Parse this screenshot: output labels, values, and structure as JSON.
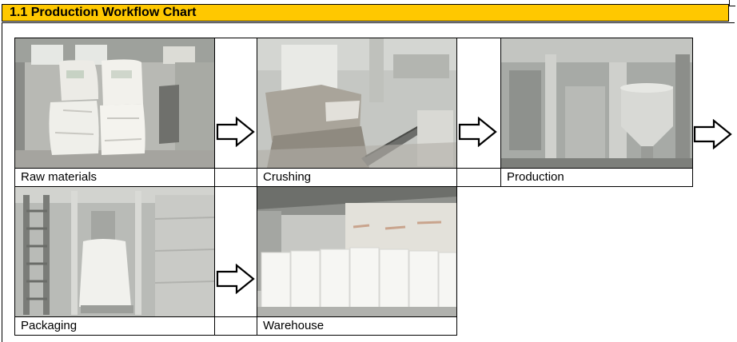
{
  "section": {
    "title": "1.1 Production Workflow Chart"
  },
  "steps": [
    {
      "label": "Raw materials",
      "photo": "raw-materials-bags-photo"
    },
    {
      "label": "Crushing",
      "photo": "crushing-machine-photo"
    },
    {
      "label": "Production",
      "photo": "production-plant-photo"
    },
    {
      "label": "Packaging",
      "photo": "packaging-station-photo"
    },
    {
      "label": "Warehouse",
      "photo": "warehouse-bags-photo"
    }
  ],
  "colors": {
    "header_bg": "#ffc800",
    "border": "#000000"
  },
  "icons": [
    "right-arrow-icon"
  ]
}
